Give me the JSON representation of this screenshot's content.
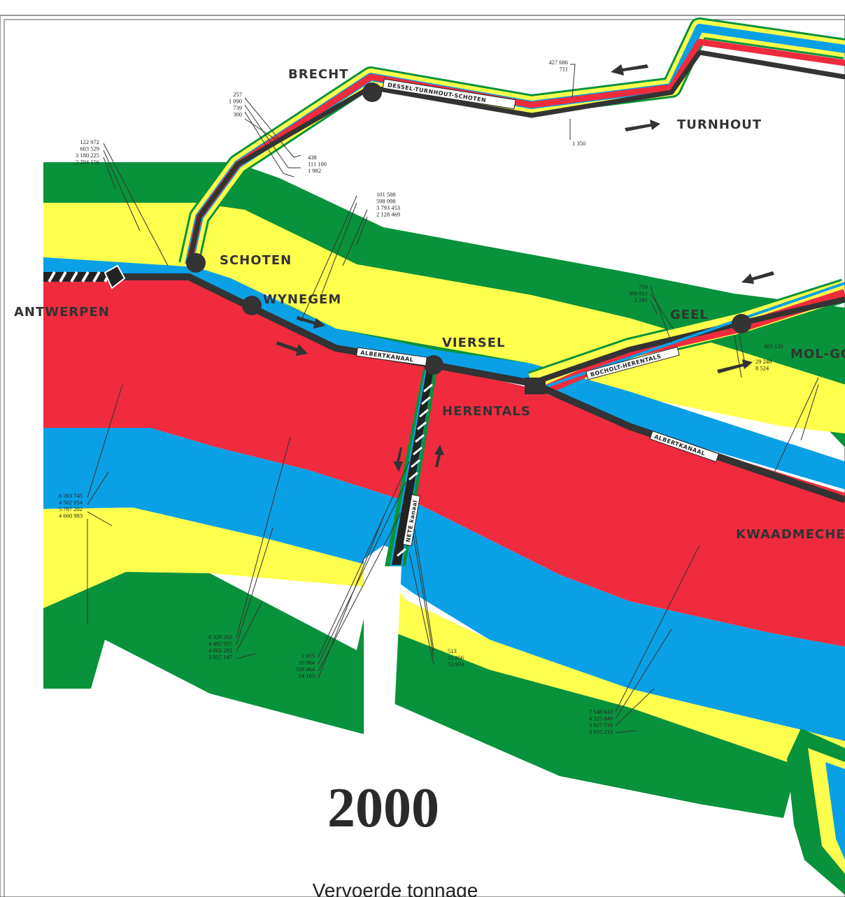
{
  "colors": {
    "red": "#ef2b3d",
    "blue": "#0aa0e6",
    "yellow": "#ffff4d",
    "green": "#08923b",
    "line": "#333333"
  },
  "places": {
    "brecht": "BRECHT",
    "turnhout": "TURNHOUT",
    "schoten": "SCHOTEN",
    "antwerpen": "ANTWERPEN",
    "wynegem": "WYNEGEM",
    "viersel": "VIERSEL",
    "geel": "GEEL",
    "mol": "MOL-GO",
    "herentals": "HERENTALS",
    "kwaadmechelen": "KWAADMECHE"
  },
  "canals": {
    "dessel": "DESSEL-TURNHOUT-SCHOTEN",
    "albert1": "ALBERTKANAAL",
    "albert2": "ALBERTKANAAL",
    "bocholt": "BOCHOLT-HERENTALS",
    "nete": "NETE kanaal"
  },
  "figures": {
    "turnhout_top": [
      "427 686",
      "711"
    ],
    "turnhout_bottom": [
      "1 350"
    ],
    "brecht_left": [
      "257",
      "1 090",
      "739",
      "300"
    ],
    "brecht_right": [
      "438",
      "111 100",
      "1 982"
    ],
    "antwerpen_top": [
      "122 972",
      "603 529",
      "3 180 225",
      "2 204 156"
    ],
    "wynegem": [
      "101 588",
      "598 098",
      "3 793 453",
      "2 128 469"
    ],
    "geel": [
      "750",
      "368 811",
      "1 291"
    ],
    "mol_a": [
      "483 120"
    ],
    "mol_b": [
      "29 249",
      "8 524"
    ],
    "antwerpen_bottom": [
      "8 393 745",
      "4 502 054",
      "5 787 202",
      "4 660 983"
    ],
    "viersel_bottom": [
      "8 329 203",
      "4 492 957",
      "4 002 292",
      "3 857 147"
    ],
    "nete_left": [
      "1 015",
      "10 964",
      "339 464",
      "14 165"
    ],
    "nete_right": [
      "513",
      "11 856",
      "53 933"
    ],
    "kwaad_bottom": [
      "7 548 643",
      "4 325 849",
      "3 027 719",
      "3 835 233"
    ]
  },
  "year": "2000",
  "subtitle": "Vervoerde tonnage"
}
